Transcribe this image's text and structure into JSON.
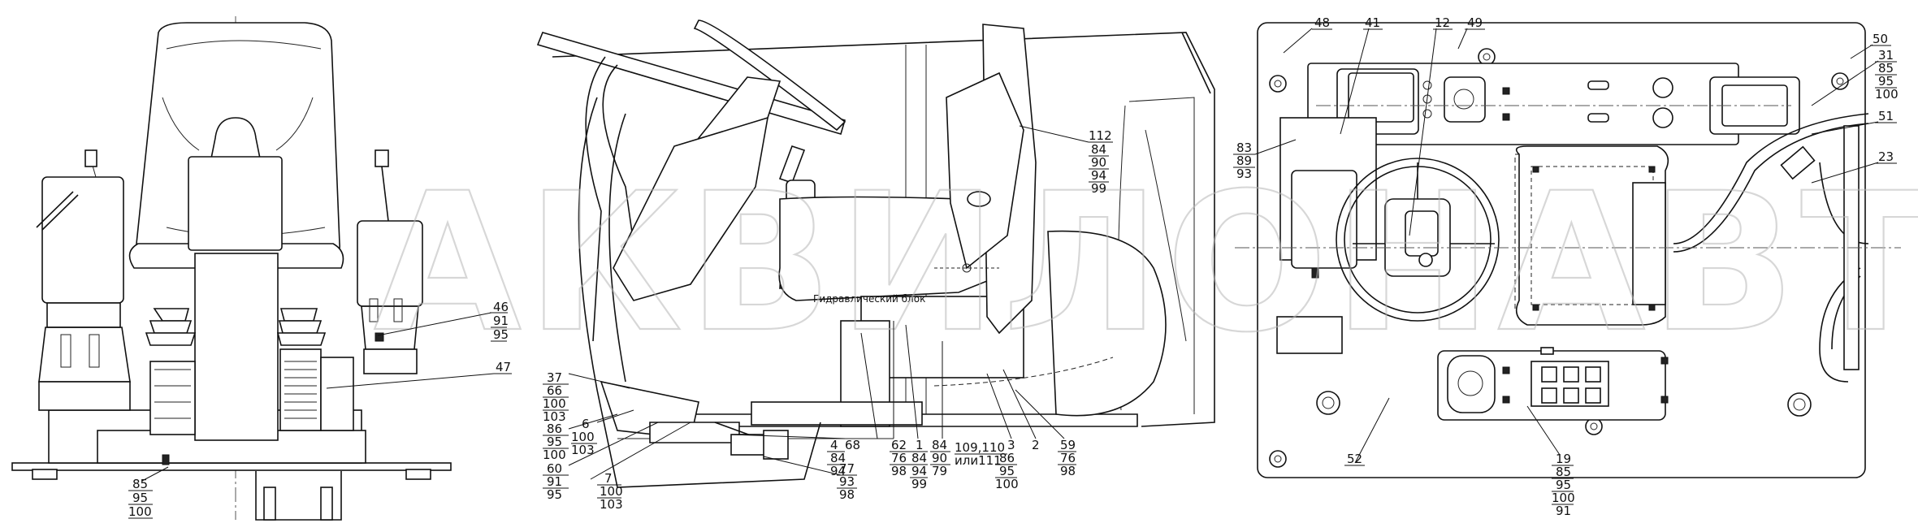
{
  "watermark": "АКВИЛОНАВТО",
  "block_label": "Гидравлический блок",
  "labels": {
    "c46": "46",
    "c91a": "91",
    "c95a": "95",
    "c47": "47",
    "c85a": "85",
    "c95b": "95",
    "c100a": "100",
    "c112": "112",
    "c84a": "84",
    "c90a": "90",
    "c94a": "94",
    "c99a": "99",
    "c37": "37",
    "c66": "66",
    "c100b": "100",
    "c103a": "103",
    "c86a": "86",
    "c95c": "95",
    "c100c": "100",
    "c6": "6",
    "c100d": "100",
    "c103b": "103",
    "c60": "60",
    "c91b": "91",
    "c95d": "95",
    "c7": "7",
    "c100e": "100",
    "c103c": "103",
    "c4": "4",
    "c84b": "84",
    "c94b": "94",
    "c68": "68",
    "c62": "62",
    "c76a": "76",
    "c98a": "98",
    "c1": "1",
    "c84c": "84",
    "c94c": "94",
    "c99b": "99",
    "c84d": "84",
    "c90b": "90",
    "c79": "79",
    "c109": "109,110",
    "c111": "или111",
    "c3": "3",
    "c86b": "86",
    "c95e": "95",
    "c100f": "100",
    "c2": "2",
    "c59": "59",
    "c76b": "76",
    "c98b": "98",
    "c77": "77",
    "c93a": "93",
    "c98c": "98",
    "c48": "48",
    "c41": "41",
    "c12": "12",
    "c49": "49",
    "c50": "50",
    "c31": "31",
    "c85b": "85",
    "c95f": "95",
    "c100g": "100",
    "c51": "51",
    "c23": "23",
    "c83": "83",
    "c89": "89",
    "c93b": "93",
    "c52": "52",
    "c19": "19",
    "c85c": "85",
    "c95g": "95",
    "c100h": "100",
    "c91c": "91"
  }
}
